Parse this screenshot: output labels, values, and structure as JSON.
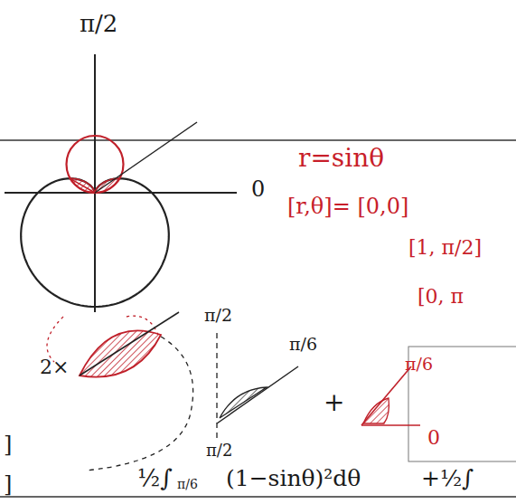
{
  "diagram": {
    "labels": [
      "π/2",
      "0",
      "r=sinθ",
      "[r,θ]= [0,0]",
      "[1, π/2]",
      "[0, π",
      "2×",
      "π/2",
      "π/6",
      "+",
      "π/6",
      "0",
      "π/2",
      "½∫",
      "π/6",
      "(1−sinθ)²dθ",
      "+½∫",
      "]",
      "]"
    ]
  }
}
